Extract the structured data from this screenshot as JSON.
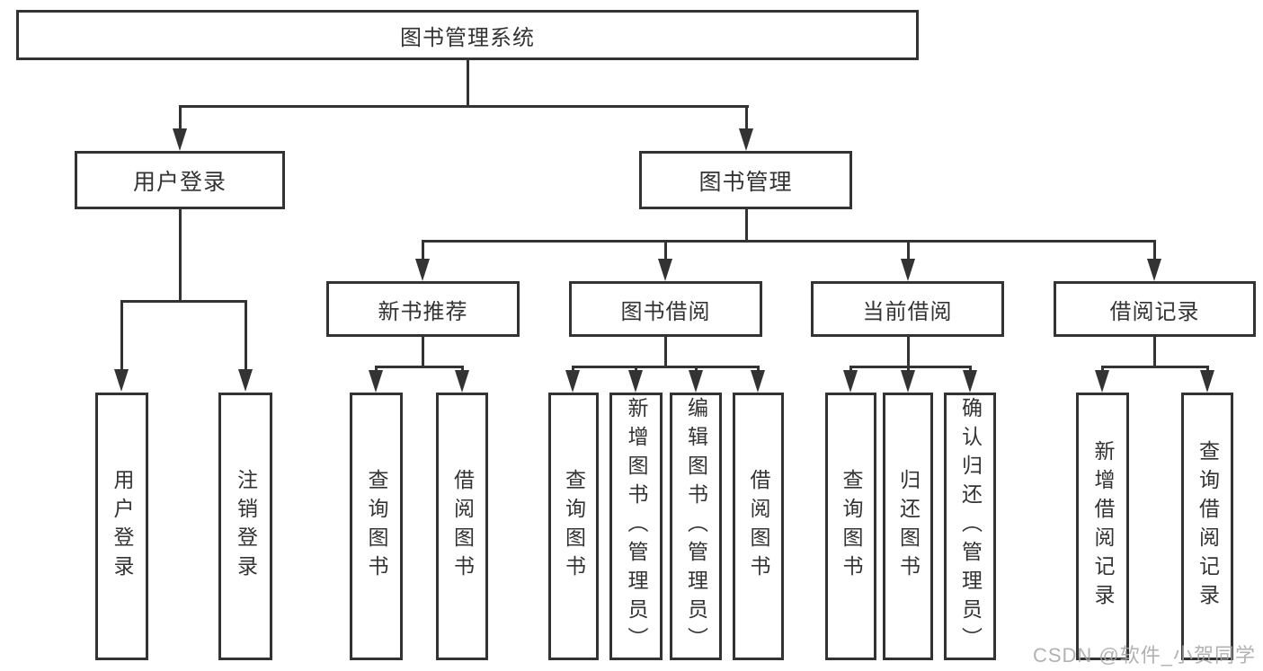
{
  "diagram": {
    "type": "hierarchy-tree",
    "root": {
      "label": "图书管理系统"
    },
    "branches": [
      {
        "label": "用户登录",
        "children": [
          {
            "label": "用户登录"
          },
          {
            "label": "注销登录"
          }
        ]
      },
      {
        "label": "图书管理",
        "children": [
          {
            "label": "新书推荐",
            "children": [
              {
                "label": "查询图书"
              },
              {
                "label": "借阅图书"
              }
            ]
          },
          {
            "label": "图书借阅",
            "children": [
              {
                "label": "查询图书"
              },
              {
                "label": "新增图书（管理员）"
              },
              {
                "label": "编辑图书（管理员）"
              },
              {
                "label": "借阅图书"
              }
            ]
          },
          {
            "label": "当前借阅",
            "children": [
              {
                "label": "查询图书"
              },
              {
                "label": "归还图书"
              },
              {
                "label": "确认归还（管理员）"
              }
            ]
          },
          {
            "label": "借阅记录",
            "children": [
              {
                "label": "新增借阅记录"
              },
              {
                "label": "查询借阅记录"
              }
            ]
          }
        ]
      }
    ]
  },
  "watermark": {
    "text": "CSDN @软件_小贺同学"
  },
  "colors": {
    "line": "#333333",
    "text": "#333333",
    "box_background": "#ffffff",
    "page_background": "#ffffff",
    "watermark": "#a5a5a5"
  }
}
